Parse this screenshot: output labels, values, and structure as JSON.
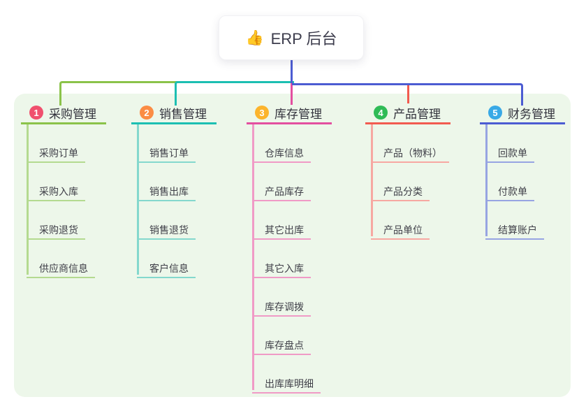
{
  "root": {
    "icon": "thumbs-up-icon",
    "label": "ERP 后台",
    "connector_color": "#4c5cd2"
  },
  "colors": {
    "page_background": "#ffffff",
    "panel_background": "#edf7ea"
  },
  "branches": [
    {
      "index": "1",
      "label": "采购管理",
      "badge_color": "#f0506e",
      "line_color": "#8bc34a",
      "child_line_color": "#b4da90",
      "children": [
        "采购订单",
        "采购入库",
        "采购退货",
        "供应商信息"
      ]
    },
    {
      "index": "2",
      "label": "销售管理",
      "badge_color": "#fb8c44",
      "line_color": "#1cbfb2",
      "child_line_color": "#84d8cd",
      "children": [
        "销售订单",
        "销售出库",
        "销售退货",
        "客户信息"
      ]
    },
    {
      "index": "3",
      "label": "库存管理",
      "badge_color": "#fcb42c",
      "line_color": "#e34fa0",
      "child_line_color": "#f09ac6",
      "children": [
        "仓库信息",
        "产品库存",
        "其它出库",
        "其它入库",
        "库存调拨",
        "库存盘点",
        "出库库明细"
      ]
    },
    {
      "index": "4",
      "label": "产品管理",
      "badge_color": "#2fbb56",
      "line_color": "#f25b50",
      "child_line_color": "#f7a8a2",
      "children": [
        "产品（物料）",
        "产品分类",
        "产品单位"
      ]
    },
    {
      "index": "5",
      "label": "财务管理",
      "badge_color": "#39a9e6",
      "line_color": "#4c5cd2",
      "child_line_color": "#97a4e2",
      "children": [
        "回款单",
        "付款单",
        "结算账户"
      ]
    }
  ]
}
